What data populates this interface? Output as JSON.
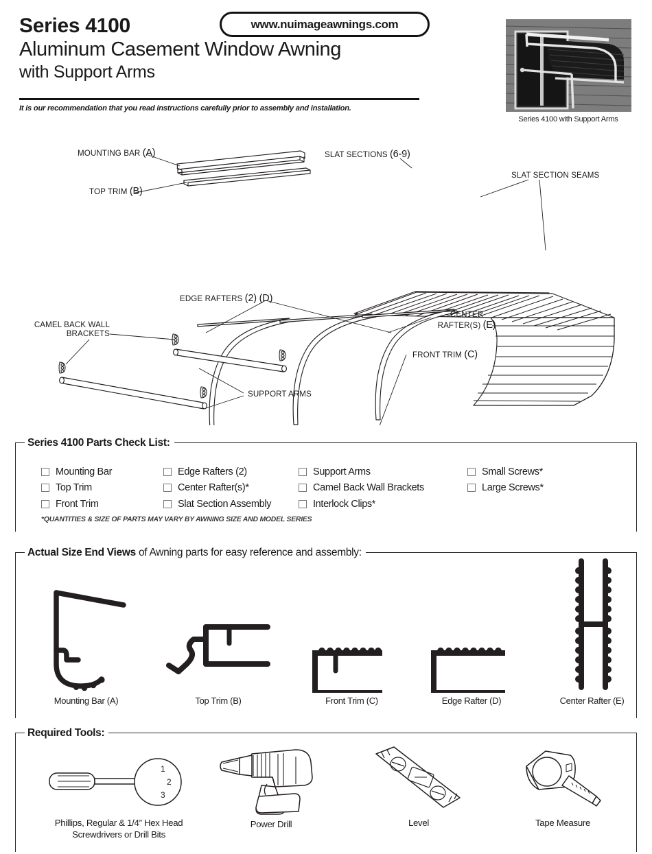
{
  "header": {
    "series": "Series 4100",
    "title": "Aluminum Casement Window Awning",
    "subtitle": "with Support Arms",
    "note": "It is our recommendation that you read instructions carefully prior to assembly and installation.",
    "url": "www.nuimageawnings.com",
    "photo_caption": "Series 4100 with Support Arms"
  },
  "diagram": {
    "labels": {
      "mounting_bar": "MOUNTING BAR",
      "mounting_bar_code": "(A)",
      "top_trim": "TOP TRIM",
      "top_trim_code": "(B)",
      "slat_sections": "SLAT SECTIONS",
      "slat_sections_code": "(6-9)",
      "slat_section_seams": "SLAT SECTION SEAMS",
      "edge_rafters": "EDGE RAFTERS",
      "edge_rafters_code": "(2) (D)",
      "center_rafter_line1": "CENTER",
      "center_rafter_line2": "RAFTER(S)",
      "center_rafter_code": "(E)",
      "front_trim": "FRONT TRIM",
      "front_trim_code": "(C)",
      "camel_back_line1": "CAMEL BACK WALL",
      "camel_back_line2": "BRACKETS",
      "support_arms": "SUPPORT ARMS"
    }
  },
  "checklist": {
    "title": "Series 4100 Parts Check List:",
    "columns": [
      [
        "Mounting Bar",
        "Top Trim",
        "Front Trim"
      ],
      [
        "Edge Rafters (2)",
        "Center Rafter(s)*",
        "Slat Section Assembly"
      ],
      [
        "Support Arms",
        "Camel Back Wall Brackets",
        "Interlock Clips*"
      ],
      [
        "Small Screws*",
        "Large Screws*"
      ]
    ],
    "footnote": "*QUANTITIES & SIZE OF PARTS MAY VARY BY AWNING SIZE AND MODEL SERIES"
  },
  "endviews": {
    "title_bold": "Actual Size End Views",
    "title_rest": " of Awning parts for easy reference and assembly:",
    "items": [
      {
        "caption": "Mounting Bar (A)",
        "icon": "profile-mounting-bar"
      },
      {
        "caption": "Top Trim (B)",
        "icon": "profile-top-trim"
      },
      {
        "caption": "Front Trim (C)",
        "icon": "profile-front-trim"
      },
      {
        "caption": "Edge Rafter (D)",
        "icon": "profile-edge-rafter"
      },
      {
        "caption": "Center Rafter (E)",
        "icon": "profile-center-rafter"
      }
    ]
  },
  "tools": {
    "title": "Required Tools:",
    "items": [
      {
        "caption_line1": "Phillips, Regular & 1/4” Hex Head",
        "caption_line2": "Screwdrivers or Drill Bits",
        "icon": "screwdriver-icon",
        "callouts": [
          "1",
          "2",
          "3"
        ]
      },
      {
        "caption_line1": "Power Drill",
        "caption_line2": "",
        "icon": "power-drill-icon"
      },
      {
        "caption_line1": "Level",
        "caption_line2": "",
        "icon": "level-icon"
      },
      {
        "caption_line1": "Tape Measure",
        "caption_line2": "",
        "icon": "tape-measure-icon"
      }
    ]
  },
  "colors": {
    "ink": "#1a1a1a",
    "line": "#2b2b2b",
    "checkbox_border": "#777777",
    "profile_fill": "#231f20"
  }
}
